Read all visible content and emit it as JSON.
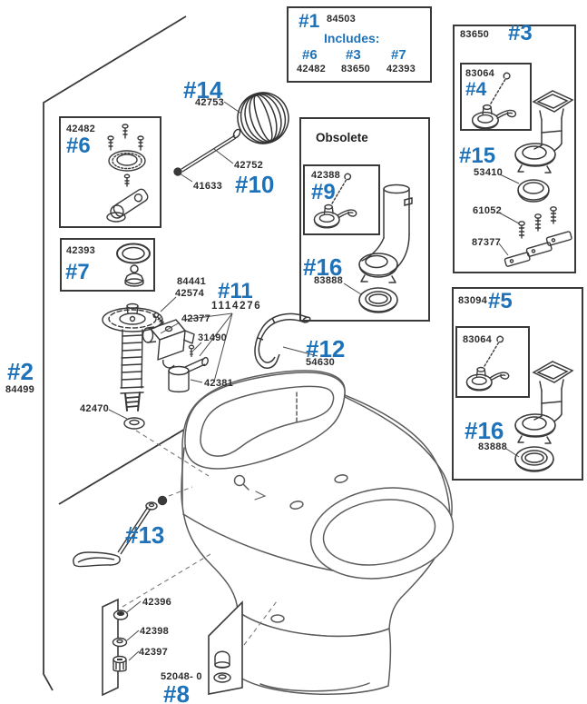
{
  "colors": {
    "accent_blue": "#1d72b9",
    "ink": "#2c2c2c",
    "line": "#3a3a3a"
  },
  "kit_box": {
    "ref": "#1",
    "part": "84503",
    "includes_label": "Includes:",
    "items": [
      {
        "ref": "#6",
        "part": "42482"
      },
      {
        "ref": "#3",
        "part": "83650"
      },
      {
        "ref": "#7",
        "part": "42393"
      }
    ]
  },
  "box3": {
    "part": "83650",
    "ref": "#3",
    "flapper": {
      "part": "83064",
      "ref": "#4"
    },
    "gasket": {
      "ref": "#15",
      "part": "53410"
    },
    "bolts": {
      "part": "61052"
    },
    "shims": {
      "part": "87377"
    }
  },
  "box5": {
    "part": "83094",
    "ref": "#5",
    "flapper": {
      "part": "83064"
    },
    "seal": {
      "ref": "#16",
      "part": "83888"
    }
  },
  "obsolete_box": {
    "title": "Obsolete",
    "flapper": {
      "part": "42388",
      "ref": "#9"
    },
    "seal": {
      "ref": "#16",
      "part": "83888"
    }
  },
  "ballcock_box": {
    "part": "42482",
    "ref": "#6"
  },
  "gasket_box": {
    "part": "42393",
    "ref": "#7"
  },
  "tank": {
    "ref": "#2",
    "part": "84499"
  },
  "float_ball": {
    "ref": "#14",
    "part": "42753"
  },
  "float_rod": {
    "part": "42752",
    "ref": "#10"
  },
  "rod_end": {
    "part": "41633"
  },
  "valve_screw": {
    "part_top": "84441",
    "part_bottom": "42574"
  },
  "repair_kit": {
    "ref": "#11",
    "part": "1114276"
  },
  "bracket": {
    "part": "42377"
  },
  "bracket_screw": {
    "part": "31490"
  },
  "float_cup": {
    "part": "42381"
  },
  "shank_washer": {
    "part": "42470"
  },
  "refill_tube": {
    "ref": "#12",
    "part": "54630"
  },
  "trip_lever": {
    "ref": "#13"
  },
  "tank_bolts": {
    "nut": "42396",
    "washer": "42398",
    "bolt": "42397"
  },
  "bolt_caps": {
    "part": "52048- 0",
    "ref": "#8"
  }
}
